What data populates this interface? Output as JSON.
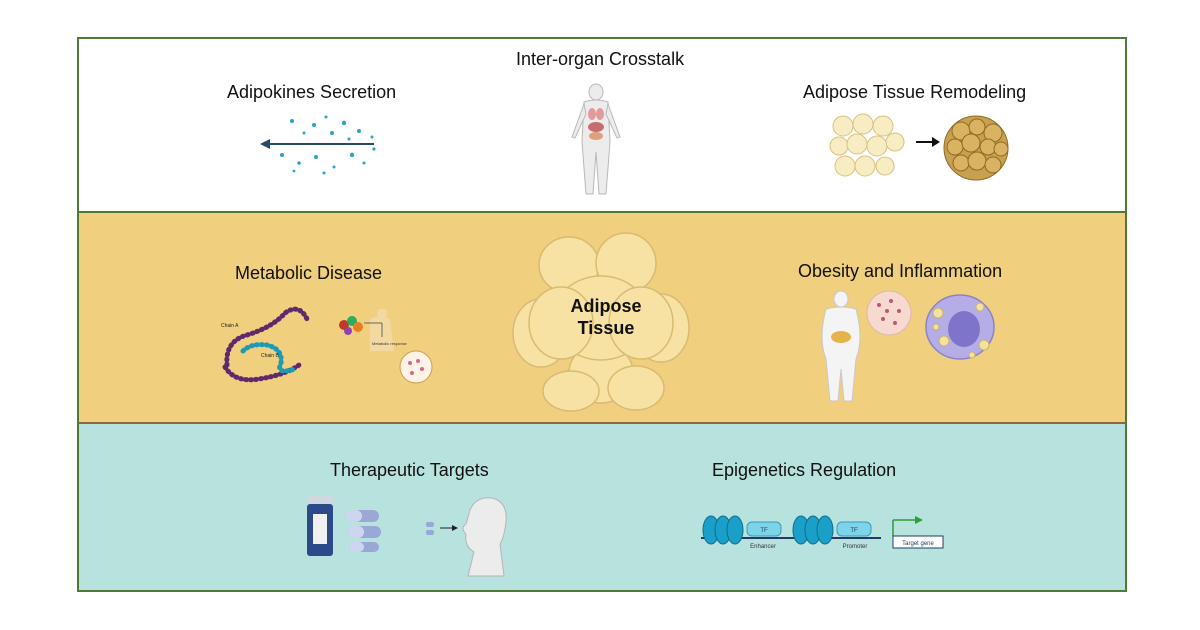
{
  "top": {
    "crosstalk_label": "Inter-organ Crosstalk",
    "adipokines_label": "Adipokines Secretion",
    "remodeling_label": "Adipose Tissue Remodeling"
  },
  "middle": {
    "metabolic_label": "Metabolic Disease",
    "center_title_line1": "Adipose",
    "center_title_line2": "Tissue",
    "obesity_label": "Obesity and Inflammation",
    "chain_a_label": "Chain A",
    "chain_b_label": "Chain B",
    "metabolic_response_label": "Metabolic response"
  },
  "bottom": {
    "therapeutic_label": "Therapeutic Targets",
    "epigenetics_label": "Epigenetics Regulation",
    "tf1_label": "TF",
    "tf2_label": "TF",
    "enhancer_label": "Enhancer",
    "promoter_label": "Promoter",
    "target_gene_label": "Target gene"
  },
  "colors": {
    "border": "#4f7a35",
    "top_band": "#ffffff",
    "middle_band": "#f0cf7e",
    "bottom_band": "#b8e2dd",
    "fat_cell": "#f6e3a8",
    "dots": "#2aa3c9"
  }
}
